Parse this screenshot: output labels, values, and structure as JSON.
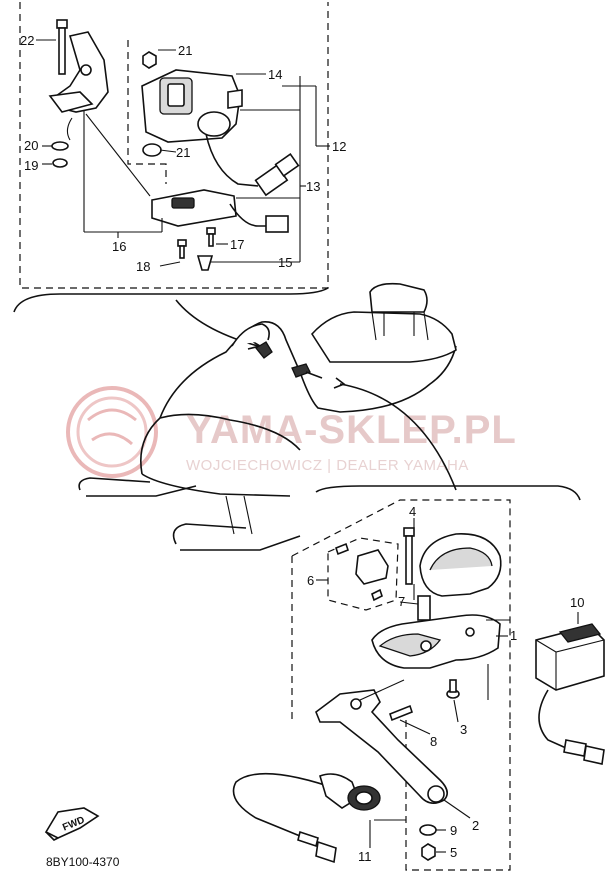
{
  "watermark": {
    "title": "YAMA-SKLEP.PL",
    "subtitle": "WOJCIECHOWICZ | DEALER YAMAHA",
    "logo_color": "#e8b4b4"
  },
  "diagram_code": "8BY100-4370",
  "fwd_label": "FWD",
  "callouts": {
    "c1": "1",
    "c2": "2",
    "c3": "3",
    "c4": "4",
    "c5": "5",
    "c6": "6",
    "c7": "7",
    "c8": "8",
    "c9": "9",
    "c10": "10",
    "c11": "11",
    "c12": "12",
    "c13": "13",
    "c14": "14",
    "c15": "15",
    "c16": "16",
    "c17": "17",
    "c18": "18",
    "c19": "19",
    "c20": "20",
    "c21a": "21",
    "c21b": "21",
    "c22": "22"
  }
}
